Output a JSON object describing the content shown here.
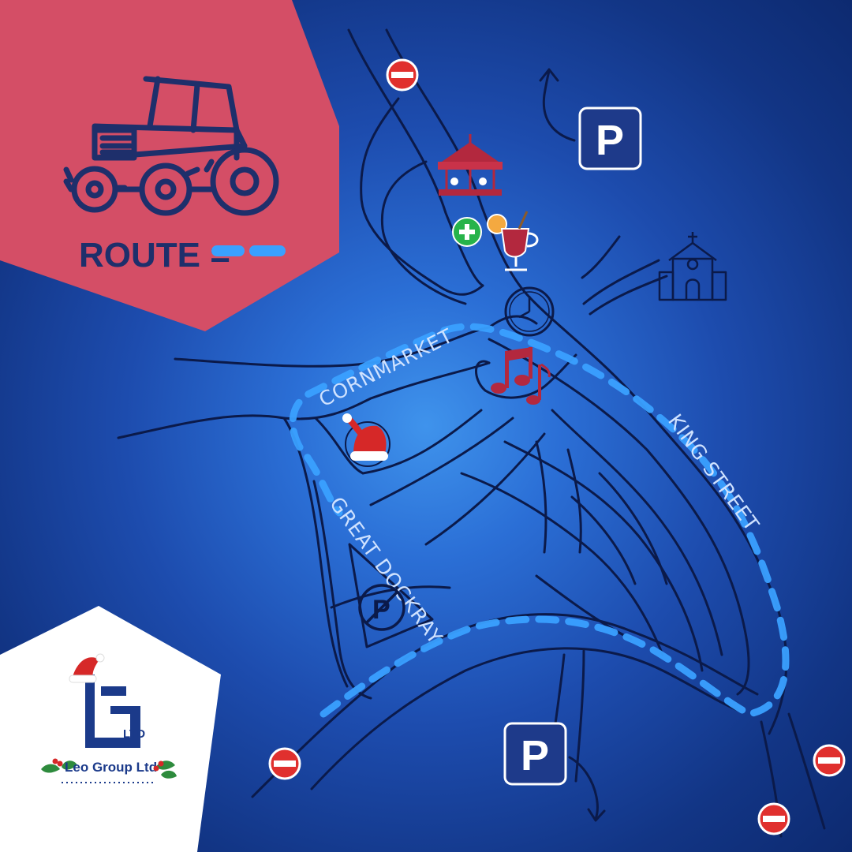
{
  "legend": {
    "route_label": "ROUTE =",
    "route_line_color": "#3aa0ff",
    "panel_color": "#d44e66",
    "icon": "tractor-icon"
  },
  "streets": {
    "cornmarket": "CORNMARKET",
    "king_street": "KING STREET",
    "great_dockray": "GREAT DOCKRAY"
  },
  "parking": {
    "label": "P",
    "sign_color": "#1e3a8a"
  },
  "brand": {
    "monogram_ltd": "LTD",
    "name": "Leo Group Ltd"
  },
  "map_icons": [
    "carousel-icon",
    "first-aid-icon",
    "mulled-wine-icon",
    "church-icon",
    "clock-icon",
    "music-note-icon",
    "santa-hat-icon",
    "no-parking-icon",
    "no-entry-icon",
    "parking-icon",
    "arrow-icon"
  ]
}
